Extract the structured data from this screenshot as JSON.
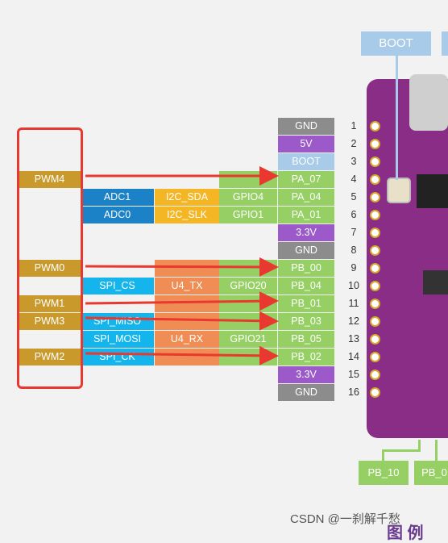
{
  "header": {
    "boot_label": "BOOT"
  },
  "pins": [
    {
      "no": "1",
      "name": "GND",
      "kind": "gnd"
    },
    {
      "no": "2",
      "name": "5V",
      "kind": "5v"
    },
    {
      "no": "3",
      "name": "BOOT",
      "kind": "boot"
    },
    {
      "no": "4",
      "name": "PA_07",
      "kind": "gpio"
    },
    {
      "no": "5",
      "name": "PA_04",
      "kind": "gpio"
    },
    {
      "no": "6",
      "name": "PA_01",
      "kind": "gpio"
    },
    {
      "no": "7",
      "name": "3.3V",
      "kind": "33"
    },
    {
      "no": "8",
      "name": "GND",
      "kind": "gnd"
    },
    {
      "no": "9",
      "name": "PB_00",
      "kind": "gpio"
    },
    {
      "no": "10",
      "name": "PB_04",
      "kind": "gpio"
    },
    {
      "no": "11",
      "name": "PB_01",
      "kind": "gpio"
    },
    {
      "no": "12",
      "name": "PB_03",
      "kind": "gpio"
    },
    {
      "no": "13",
      "name": "PB_05",
      "kind": "gpio"
    },
    {
      "no": "14",
      "name": "PB_02",
      "kind": "gpio"
    },
    {
      "no": "15",
      "name": "3.3V",
      "kind": "33"
    },
    {
      "no": "16",
      "name": "GND",
      "kind": "gnd"
    }
  ],
  "functions": {
    "pwm": [
      "PWM4",
      "PWM0",
      "PWM1",
      "PWM3",
      "PWM2"
    ],
    "adc": [
      "ADC1",
      "ADC0"
    ],
    "i2c": [
      "I2C_SDA",
      "I2C_SLK"
    ],
    "gpio": [
      "GPIO4",
      "GPIO1",
      "GPIO20",
      "GPIO21"
    ],
    "spi": [
      "SPI_CS",
      "SPI_MISO",
      "SPI_MOSI",
      "SPI_CK"
    ],
    "uart": [
      "U4_TX",
      "U4_RX"
    ]
  },
  "bottom_labels": [
    "PB_10",
    "PB_0"
  ],
  "watermark": "CSDN @一刹解千愁",
  "legend_hint": "图 例",
  "colors": {
    "arrow": "#e8382f",
    "highlight_box": "#e8382f",
    "board": "#8a2d86"
  }
}
